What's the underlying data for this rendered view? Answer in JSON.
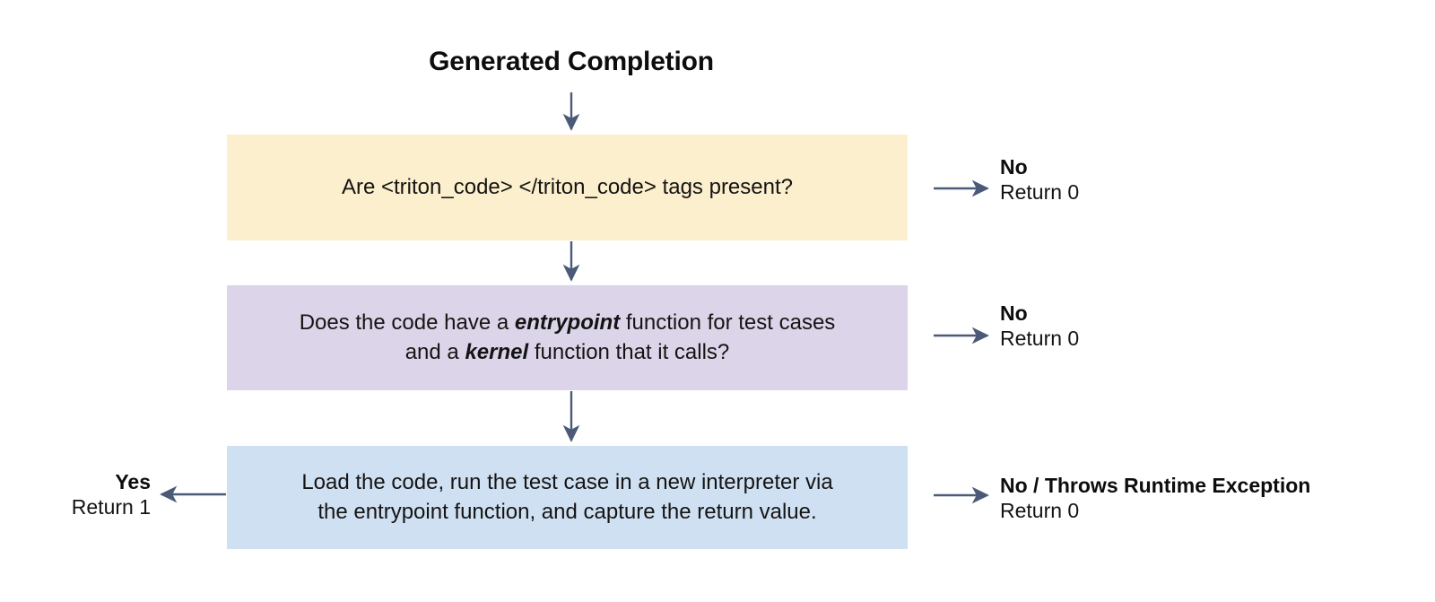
{
  "diagram": {
    "title": "Generated Completion",
    "accent_colors": {
      "box_1_fill": "#FCEFCD",
      "box_2_fill": "#DCD4E8",
      "box_3_fill": "#CFE0F2",
      "arrow": "#4A5A78",
      "text": "#141414"
    },
    "steps": [
      {
        "id": "tags-check",
        "text_before": "Are <triton_code> </triton_code> tags present?",
        "emphasis": [],
        "fill": "#FCEFCD"
      },
      {
        "id": "entrypoint-check",
        "line1_a": "Does the code have a ",
        "line1_em": "entrypoint",
        "line1_b": " function for test cases",
        "line2_a": "and a ",
        "line2_em": "kernel",
        "line2_b": " function that it calls?",
        "fill": "#DCD4E8"
      },
      {
        "id": "execute-step",
        "line1": "Load the code, run the test case in a new interpreter via",
        "line2": "the entrypoint function, and capture the return value.",
        "fill": "#CFE0F2"
      }
    ],
    "outcomes": [
      {
        "id": "no-tags",
        "head": "No",
        "sub": "Return 0",
        "side": "right"
      },
      {
        "id": "no-entrypoint",
        "head": "No",
        "sub": "Return 0",
        "side": "right"
      },
      {
        "id": "runtime-error",
        "head": "No / Throws Runtime Exception",
        "sub": "Return 0",
        "side": "right"
      },
      {
        "id": "success",
        "head": "Yes",
        "sub": "Return 1",
        "side": "left"
      }
    ]
  }
}
